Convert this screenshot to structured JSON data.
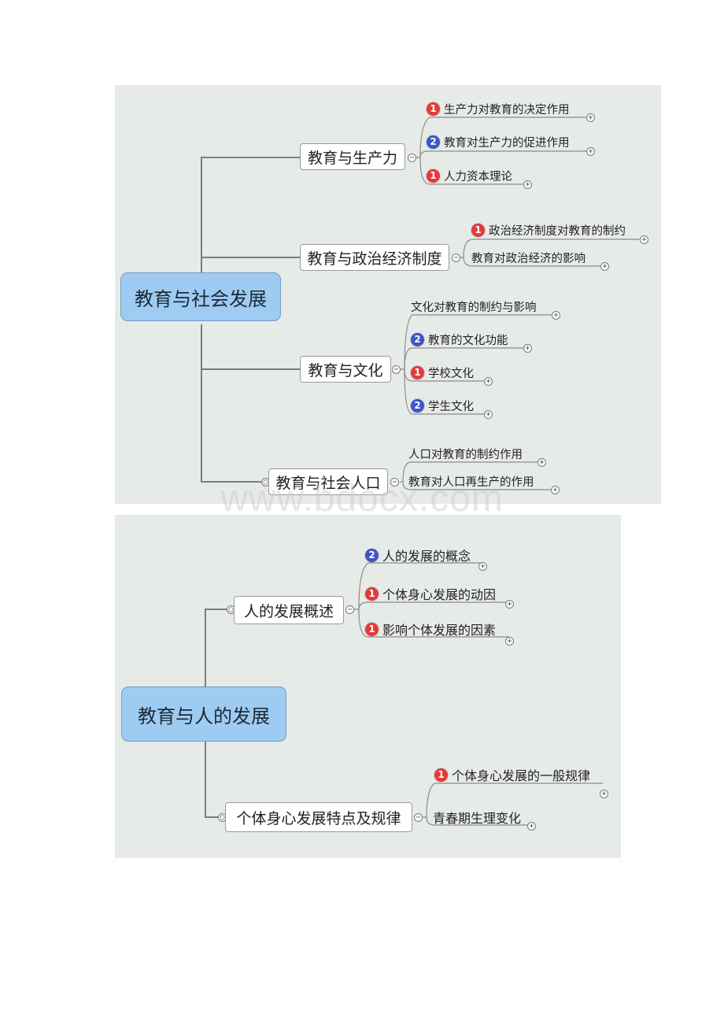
{
  "watermark": "www.bdocx.com",
  "badge_colors": {
    "1": "#e33a3a",
    "2": "#3c55c8"
  },
  "map1": {
    "root": "教育与社会发展",
    "branches": [
      {
        "label": "教育与生产力",
        "children": [
          {
            "text": "生产力对教育的决定作用",
            "badge": "1"
          },
          {
            "text": "教育对生产力的促进作用",
            "badge": "2"
          },
          {
            "text": "人力资本理论",
            "badge": "1"
          }
        ]
      },
      {
        "label": "教育与政治经济制度",
        "children": [
          {
            "text": "政治经济制度对教育的制约",
            "badge": "1"
          },
          {
            "text": "教育对政治经济的影响",
            "badge": ""
          }
        ]
      },
      {
        "label": "教育与文化",
        "children": [
          {
            "text": "文化对教育的制约与影响",
            "badge": ""
          },
          {
            "text": "教育的文化功能",
            "badge": "2"
          },
          {
            "text": "学校文化",
            "badge": "1"
          },
          {
            "text": "学生文化",
            "badge": "2"
          }
        ]
      },
      {
        "label": "教育与社会人口",
        "children": [
          {
            "text": "人口对教育的制约作用",
            "badge": ""
          },
          {
            "text": "教育对人口再生产的作用",
            "badge": ""
          }
        ]
      }
    ]
  },
  "map2": {
    "root": "教育与人的发展",
    "branches": [
      {
        "label": "人的发展概述",
        "children": [
          {
            "text": "人的发展的概念",
            "badge": "2"
          },
          {
            "text": "个体身心发展的动因",
            "badge": "1"
          },
          {
            "text": "影响个体发展的因素",
            "badge": "1"
          }
        ]
      },
      {
        "label": "个体身心发展特点及规律",
        "children": [
          {
            "text": "个体身心发展的一般规律",
            "badge": "1"
          },
          {
            "text": "青春期生理变化",
            "badge": ""
          }
        ]
      }
    ]
  }
}
